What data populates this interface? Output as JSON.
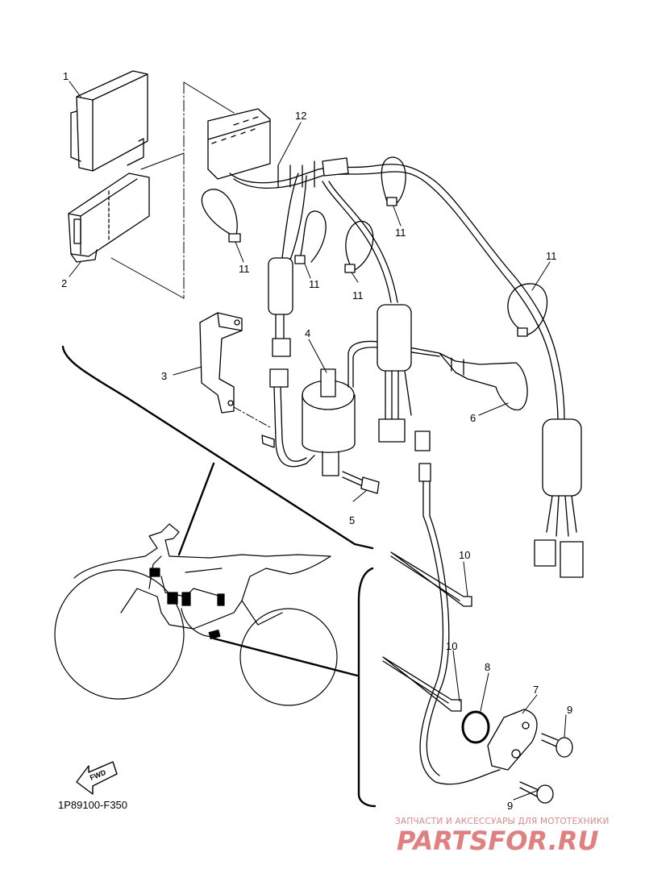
{
  "diagram": {
    "code": "1P89100-F350",
    "fwd_label": "FWD",
    "callouts": [
      "1",
      "2",
      "3",
      "4",
      "5",
      "6",
      "7",
      "8",
      "9",
      "9",
      "10",
      "10",
      "11",
      "11",
      "11",
      "11",
      "11",
      "12"
    ]
  },
  "watermark": {
    "line1": "ЗАПЧАСТИ И АКСЕССУАРЫ ДЛЯ МОТОТЕХНИКИ",
    "line2": "PARTSFOR.RU"
  },
  "colors": {
    "line": "#000000",
    "watermark": "#e08080"
  }
}
